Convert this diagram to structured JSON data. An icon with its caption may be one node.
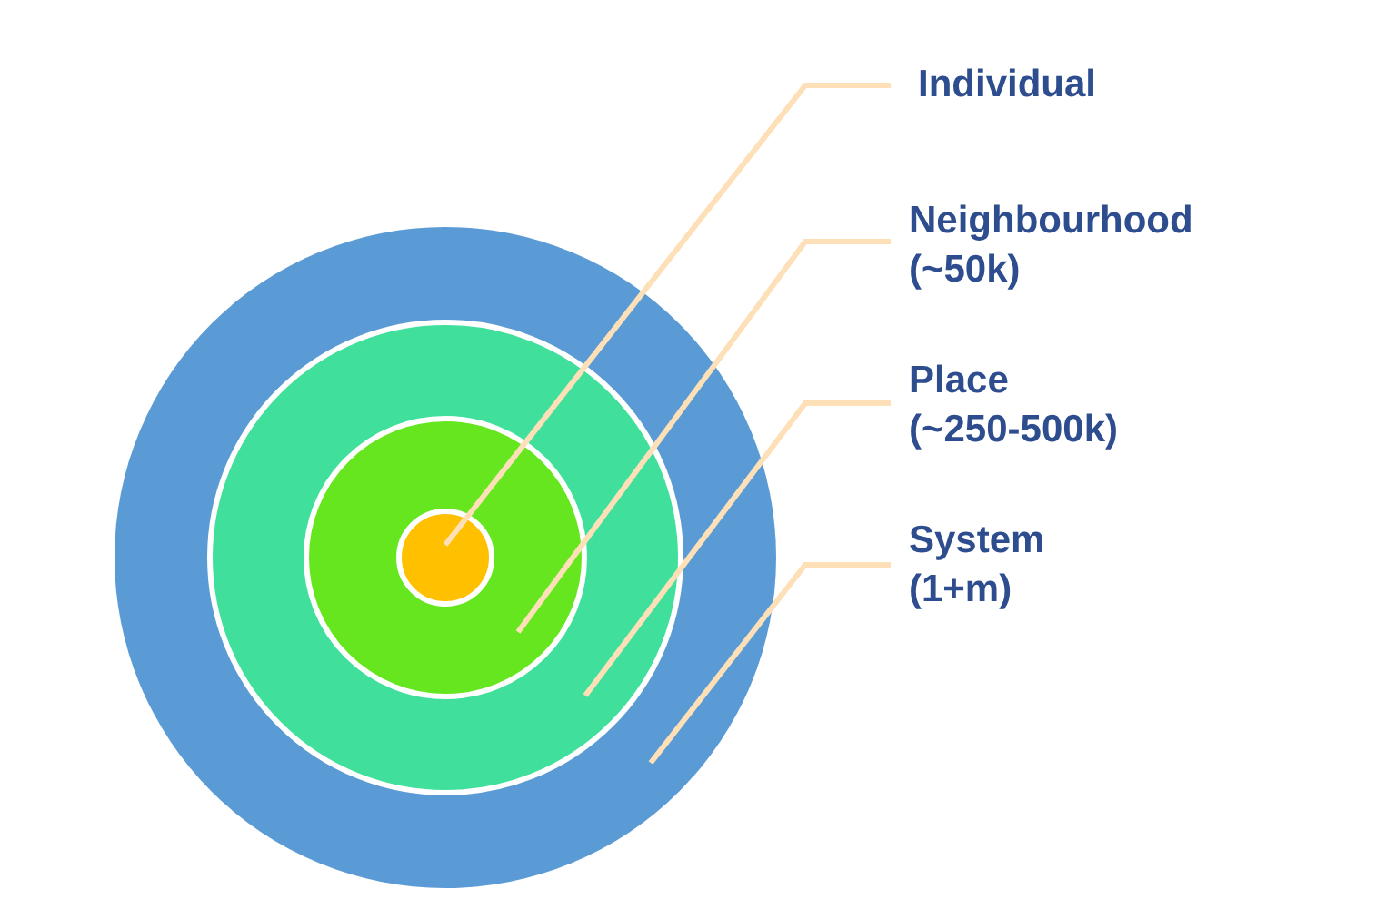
{
  "diagram": {
    "nodes": [
      {
        "text": [
          "Individual"
        ]
      },
      {
        "text": [
          "Neighbourhood (~50k)"
        ]
      },
      {
        "text": [
          "Place (~250-500k)"
        ]
      },
      {
        "text": [
          "System (1+m)"
        ]
      },
      {
        "text": [],
        "shape": "circle"
      },
      {
        "text": [],
        "shape": "circle",
        "in": 4
      },
      {
        "text": [],
        "shape": "circle",
        "in": 5
      },
      {
        "text": [],
        "shape": "circle",
        "in": 6
      }
    ],
    "edges": [
      {
        "from": 0,
        "to": 7,
        "arrow": "none"
      },
      {
        "from": 1,
        "to": 6,
        "arrow": "none"
      },
      {
        "from": 2,
        "to": 5,
        "arrow": "none"
      },
      {
        "from": 3,
        "to": 4,
        "arrow": "none"
      }
    ]
  }
}
